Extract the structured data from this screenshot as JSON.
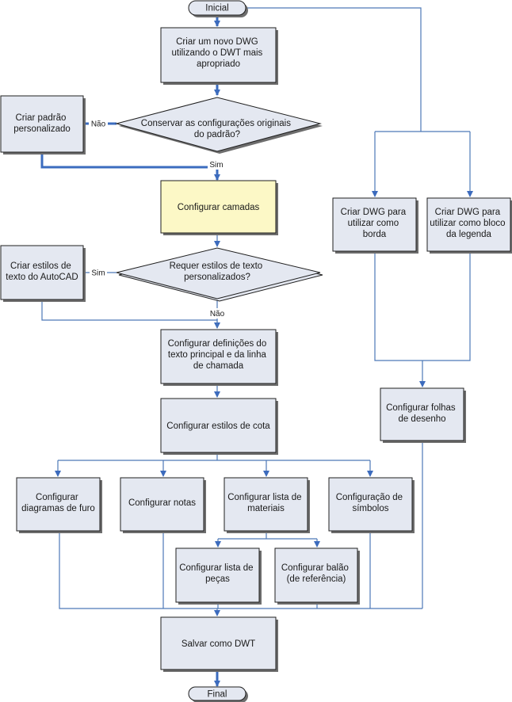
{
  "terminals": {
    "start": "Inicial",
    "end": "Final"
  },
  "boxes": {
    "criar_dwg": [
      "Criar um novo DWG",
      "utilizando o DWT mais",
      "apropriado"
    ],
    "criar_padrao": [
      "Criar padrão",
      "personalizado"
    ],
    "configurar_camadas": [
      "Configurar camadas"
    ],
    "criar_estilos_texto": [
      "Criar estilos de",
      "texto do AutoCAD"
    ],
    "configurar_definicoes_texto": [
      "Configurar definições do",
      "texto principal e da linha",
      "de chamada"
    ],
    "configurar_estilos_cota": [
      "Configurar estilos de cota"
    ],
    "configurar_diagramas_furo": [
      "Configurar",
      "diagramas de furo"
    ],
    "configurar_notas": [
      "Configurar notas"
    ],
    "configurar_lista_materiais": [
      "Configurar lista de",
      "materiais"
    ],
    "configuracao_simbolos": [
      "Configuração de",
      "símbolos"
    ],
    "configurar_lista_pecas": [
      "Configurar lista de",
      "peças"
    ],
    "configurar_balao": [
      "Configurar balão",
      "(de referência)"
    ],
    "salvar_dwt": [
      "Salvar como DWT"
    ],
    "criar_dwg_borda": [
      "Criar DWG para",
      "utilizar como",
      "borda"
    ],
    "criar_dwg_legenda": [
      "Criar DWG para",
      "utilizar como bloco",
      "da legenda"
    ],
    "configurar_folhas": [
      "Configurar folhas",
      "de desenho"
    ]
  },
  "decisions": {
    "conservar": [
      "Conservar as configurações originais",
      "do padrão?"
    ],
    "requer_estilos": [
      "Requer estilos de texto",
      "personalizados?"
    ]
  },
  "edge_labels": {
    "conservar_no": "Não",
    "conservar_yes": "Sim",
    "requer_yes": "Sim",
    "requer_no": "Não"
  },
  "colors": {
    "box_fill": "#e4e8f1",
    "highlight_fill": "#fcf8c6",
    "connector": "#4d79b8",
    "main_path": "#3b6cbf",
    "shadow": "#6d6d6d"
  }
}
